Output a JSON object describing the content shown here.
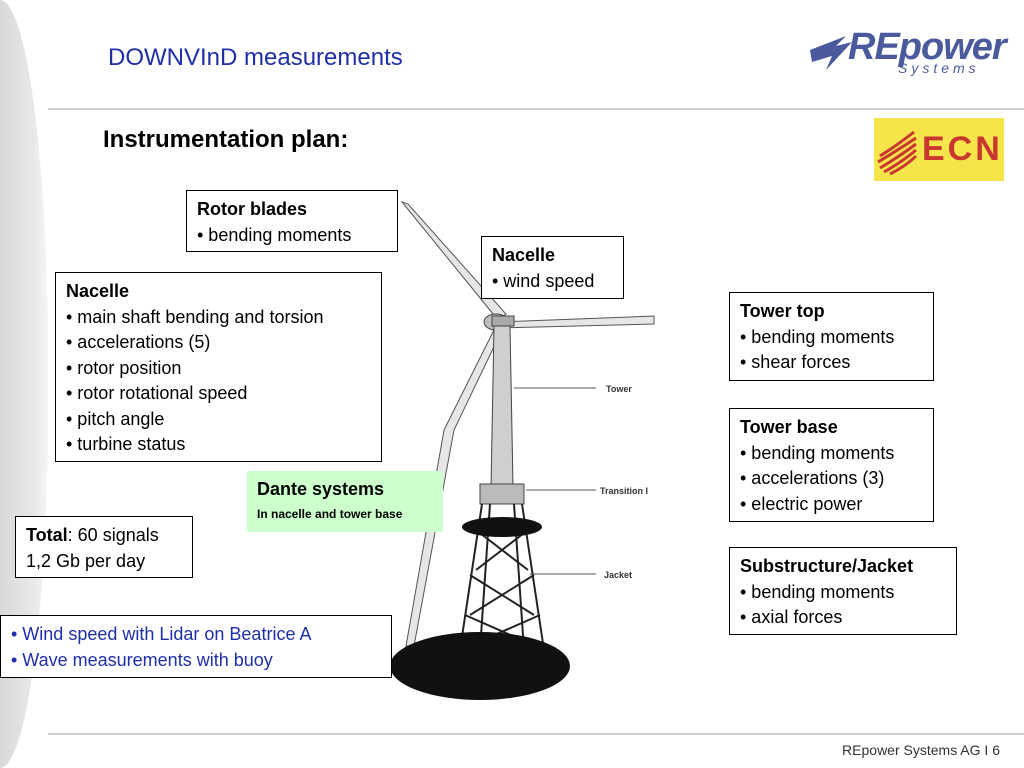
{
  "header": {
    "title": "DOWNVInD measurements"
  },
  "subtitle": "Instrumentation plan:",
  "logos": {
    "repower_main": "REpower",
    "repower_sub": "Systems",
    "ecn": "ECN"
  },
  "diagram_labels": {
    "tower": "Tower",
    "transition": "Transition I",
    "jacket": "Jacket"
  },
  "boxes": {
    "rotor_blades": {
      "title": "Rotor blades",
      "items": [
        "•  bending moments"
      ]
    },
    "nacelle_top": {
      "title": "Nacelle",
      "items": [
        "• wind speed"
      ]
    },
    "nacelle_left": {
      "title": "Nacelle",
      "items": [
        "• main shaft bending and torsion",
        "• accelerations (5)",
        "• rotor position",
        "• rotor rotational speed",
        "• pitch angle",
        "• turbine status"
      ]
    },
    "tower_top": {
      "title": "Tower top",
      "items": [
        "• bending moments",
        "• shear forces"
      ]
    },
    "tower_base": {
      "title": "Tower base",
      "items": [
        "• bending moments",
        "• accelerations (3)",
        "• electric power"
      ]
    },
    "dante": {
      "title": "Dante systems",
      "note": "In nacelle and tower base"
    },
    "total": {
      "title": "Total",
      "rest": ": 60 signals",
      "line2": "1,2 Gb per day"
    },
    "substructure": {
      "title": "Substructure/Jacket",
      "items": [
        "•  bending moments",
        "•  axial forces"
      ]
    },
    "extra": {
      "items": [
        "•  Wind speed with Lidar on Beatrice A",
        "•  Wave measurements with buoy"
      ]
    }
  },
  "footer": {
    "company": "REpower Systems AG  I 6"
  },
  "colors": {
    "title_blue": "#1f2fa8",
    "dante_green": "#ccffcc",
    "ecn_yellow": "#f5e54a",
    "ecn_red": "#c8382e"
  }
}
